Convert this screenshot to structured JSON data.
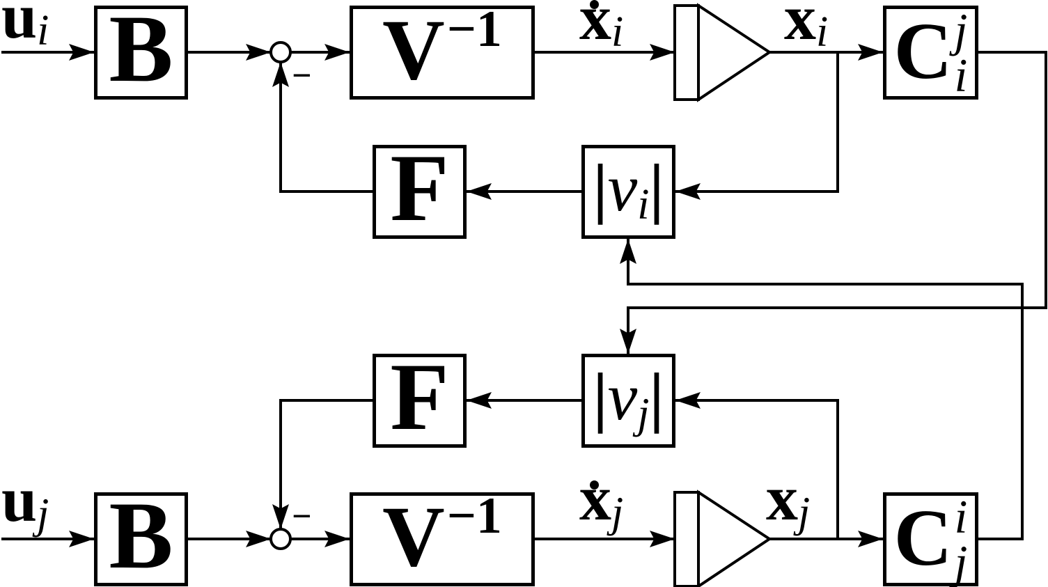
{
  "background_color": "#ffffff",
  "ink_color": "#000000",
  "top_system": {
    "input_label": {
      "base": "u",
      "sub": "i"
    },
    "input_block": "B",
    "sum_minus_sign": "−",
    "inverse_block": {
      "base": "V",
      "sup": "−1"
    },
    "derivative_label": {
      "base": "x",
      "sub": "i",
      "accent": "˙"
    },
    "state_label": {
      "base": "x",
      "sub": "i"
    },
    "coupling_block": {
      "base": "C",
      "sup": "j",
      "sub": "i"
    },
    "feedback_block": "F",
    "magnitude_block": {
      "open": "|",
      "base": "v",
      "sub": "i",
      "close": "|"
    }
  },
  "bottom_system": {
    "input_label": {
      "base": "u",
      "sub": "j"
    },
    "input_block": "B",
    "sum_minus_sign": "−",
    "inverse_block": {
      "base": "V",
      "sup": "−1"
    },
    "derivative_label": {
      "base": "x",
      "sub": "j",
      "accent": "˙"
    },
    "state_label": {
      "base": "x",
      "sub": "j"
    },
    "coupling_block": {
      "base": "C",
      "sup": "i",
      "sub": "j"
    },
    "feedback_block": "F",
    "magnitude_block": {
      "open": "|",
      "base": "v",
      "sub": "j",
      "close": "|"
    }
  }
}
